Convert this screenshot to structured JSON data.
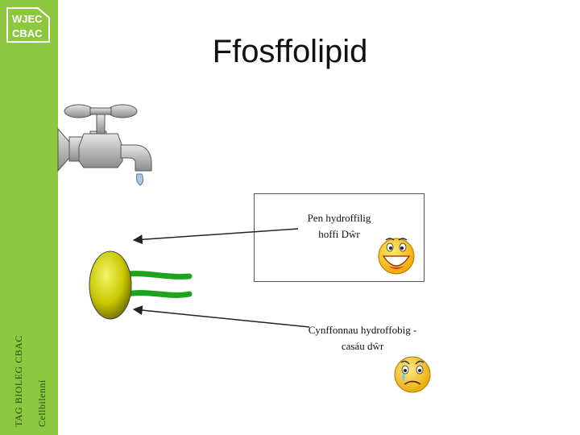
{
  "logo": {
    "line1": "WJEC",
    "line2": "CBAC"
  },
  "sidebar": {
    "line1": "TAG BIOLEG CBAC",
    "line2": "Cellbilenní"
  },
  "title": "Ffosffolipid",
  "head_label": {
    "line1": "Pen hydroffilig",
    "line2": "hoffi Dŵr"
  },
  "tail_label": {
    "line1": "Cynffonnau hydroffobig -",
    "line2": "casáu dŵr"
  },
  "icons": [
    "tap-icon",
    "phospholipid-icon",
    "happy-face-icon",
    "sad-face-icon"
  ]
}
